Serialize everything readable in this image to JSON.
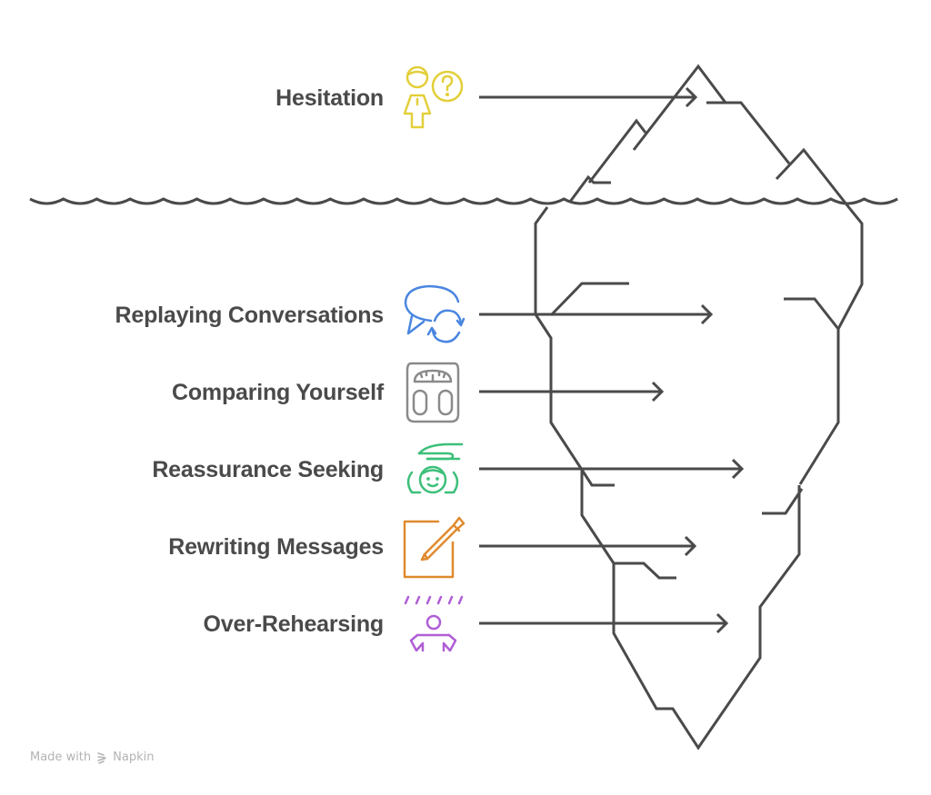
{
  "title": "Iceberg of Overthinking Behaviors",
  "above_water": [
    {
      "label": "Hesitation",
      "icon": "person-question-icon",
      "color": "#e3cf3a"
    }
  ],
  "below_water": [
    {
      "label": "Replaying Conversations",
      "icon": "chat-refresh-icon",
      "color": "#4a86e0"
    },
    {
      "label": "Comparing Yourself",
      "icon": "scale-icon",
      "color": "#8a8a8a"
    },
    {
      "label": "Reassurance Seeking",
      "icon": "hand-over-child-icon",
      "color": "#3dbf7a"
    },
    {
      "label": "Rewriting Messages",
      "icon": "edit-pencil-icon",
      "color": "#e08a2e"
    },
    {
      "label": "Over-Rehearsing",
      "icon": "person-shrug-rain-icon",
      "color": "#b05ed6"
    }
  ],
  "line_color": "#4a4a4a",
  "footer": {
    "made_with": "Made with",
    "brand": "Napkin"
  }
}
